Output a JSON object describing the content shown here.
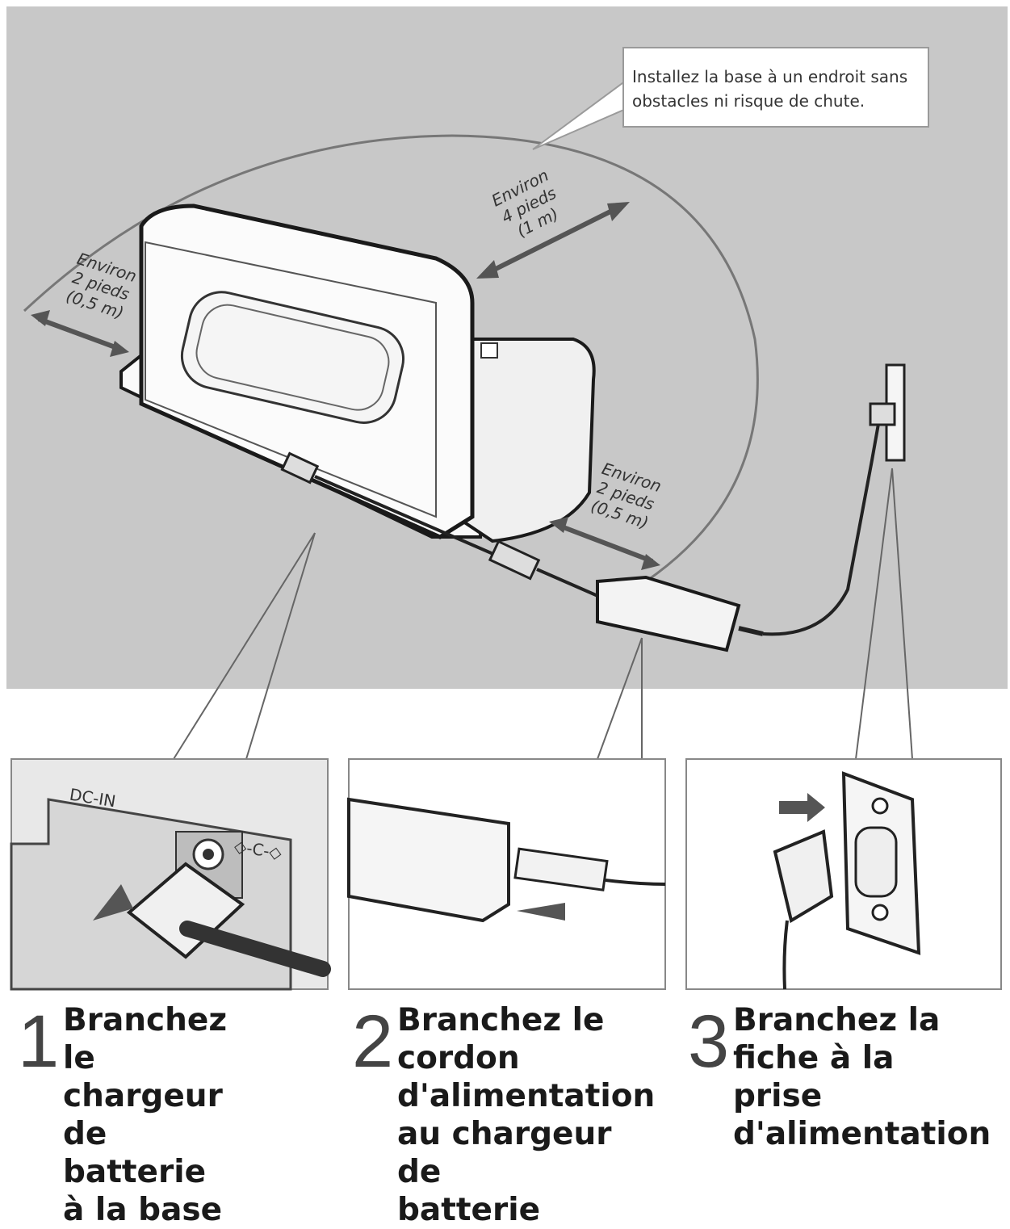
{
  "callout": {
    "line1": "Installez la base à un endroit sans",
    "line2": "obstacles ni risque de chute."
  },
  "distances": [
    {
      "line1": "Environ",
      "line2": "4 pieds",
      "line3": "(1 m)"
    },
    {
      "line1": "Environ",
      "line2": "2 pieds",
      "line3": "(0,5 m)"
    },
    {
      "line1": "Environ",
      "line2": "2 pieds",
      "line3": "(0,5 m)"
    }
  ],
  "panel1": {
    "port_label": "DC-IN",
    "polarity_symbol": "◇-C-◇"
  },
  "steps": [
    {
      "number": "1",
      "line1": "Branchez le",
      "line2": "chargeur de",
      "line3": "batterie à la base",
      "line4": ""
    },
    {
      "number": "2",
      "line1": "Branchez le cordon",
      "line2": "d'alimentation",
      "line3": "au chargeur de",
      "line4": "batterie"
    },
    {
      "number": "3",
      "line1": "Branchez la",
      "line2": "fiche à la prise",
      "line3": "d'alimentation",
      "line4": ""
    }
  ],
  "colors": {
    "floor": "#c8c8c8",
    "line": "#1a1a1a",
    "arrow": "#555555"
  }
}
